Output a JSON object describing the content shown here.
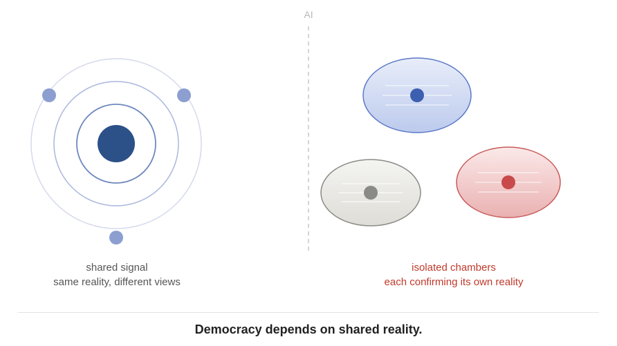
{
  "top_label": "AI",
  "left_panel": {
    "caption_line1": "shared signal",
    "caption_line2": "same reality, different views"
  },
  "right_panel": {
    "caption_line1": "isolated chambers",
    "caption_line2": "each confirming its own reality"
  },
  "footer": {
    "headline": "Democracy depends on shared reality.",
    "subline": ""
  },
  "colors": {
    "core": "#2c5088",
    "orbit_node": "#8c9fd0",
    "blue_chamber": "#5a78c8",
    "gray_chamber": "#8a8a86",
    "red_chamber": "#c85a5a",
    "right_caption": "#c0392b",
    "left_caption": "#555555"
  }
}
